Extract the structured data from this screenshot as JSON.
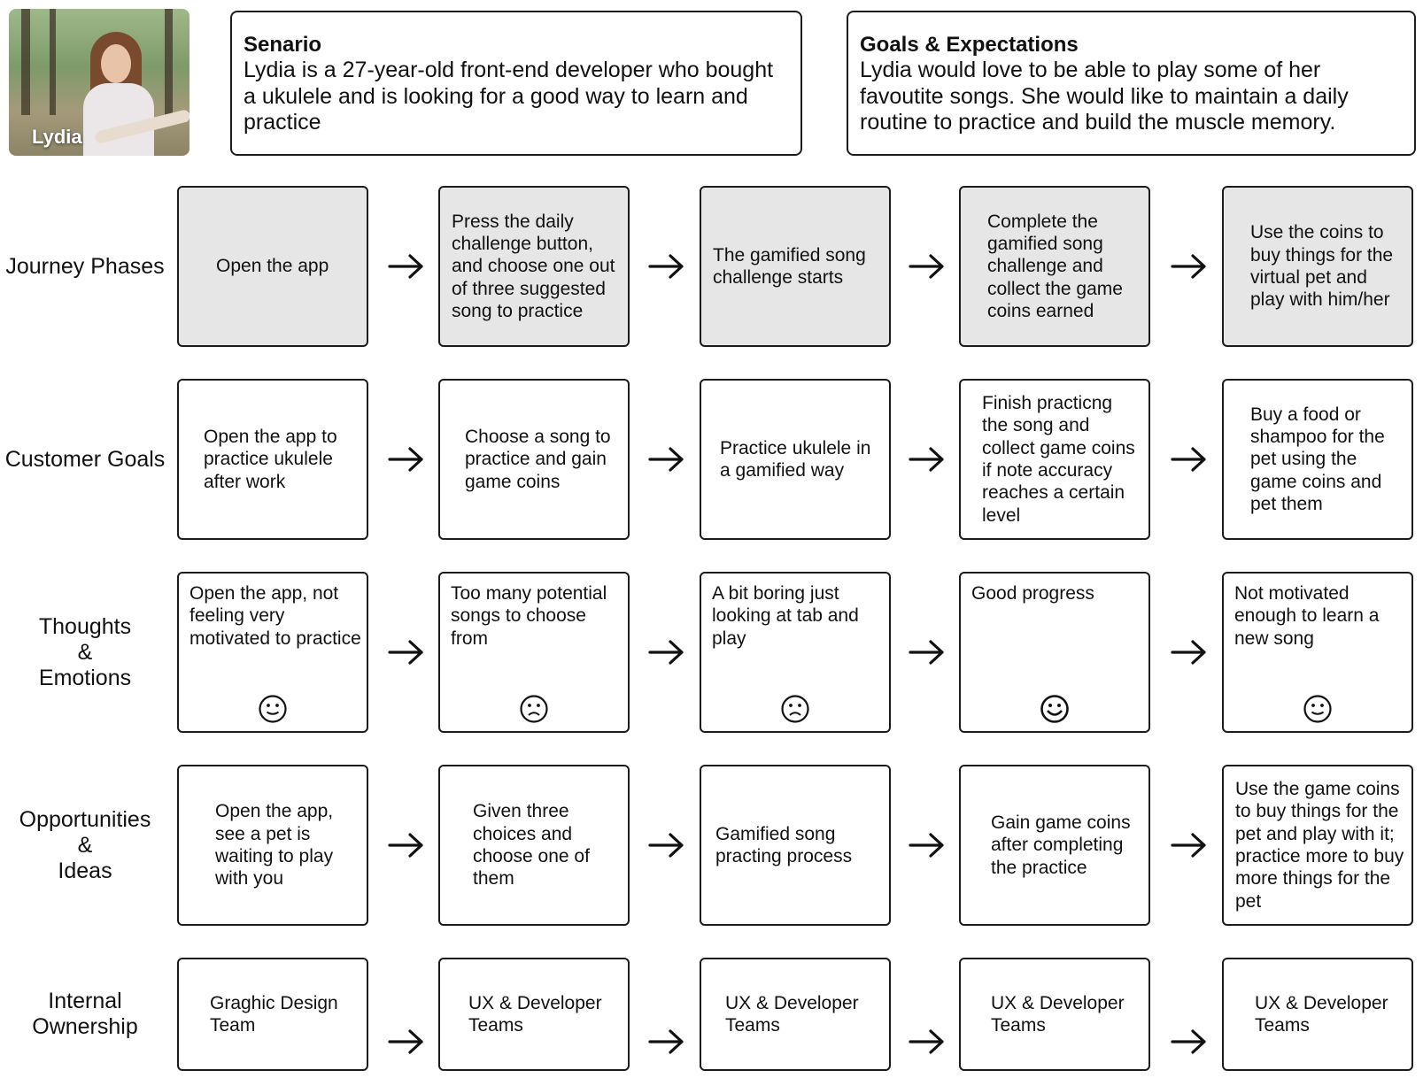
{
  "persona": {
    "name": "Lydia"
  },
  "scenario": {
    "title": "Senario",
    "body": "Lydia is a 27-year-old front-end developer who bought a ukulele and is looking for a good way to learn and practice"
  },
  "goals": {
    "title": "Goals & Expectations",
    "body": "Lydia would love to be able to play some of her favoutite songs. She would like to maintain a daily routine to practice and build the muscle memory."
  },
  "rows": [
    {
      "label": "Journey Phases",
      "cards": [
        "Open the app",
        "Press the daily challenge button, and choose one out of three suggested song to practice",
        "The gamified song challenge starts",
        "Complete the gamified song challenge and collect the game coins earned",
        "Use the coins to buy things for the virtual pet and play with him/her"
      ]
    },
    {
      "label": "Customer Goals",
      "cards": [
        "Open the app to practice ukulele after work",
        "Choose a song to practice and gain game coins",
        "Practice ukulele in a gamified way",
        "Finish practicng the song and collect game coins if note accuracy reaches a certain level",
        "Buy a food or shampoo for the pet using the game coins and pet them"
      ]
    },
    {
      "label": "Thoughts\n&\nEmotions",
      "cards": [
        "Open the app, not feeling very motivated to practice",
        "Too many potential songs to choose from",
        "A bit boring just looking at tab and play",
        "Good progress",
        "Not motivated enough to learn a new song"
      ],
      "emotions": [
        "neutral-face-icon",
        "sad-face-icon",
        "sad-face-icon",
        "happy-face-icon",
        "neutral-face-icon"
      ]
    },
    {
      "label": "Opportunities\n&\nIdeas",
      "cards": [
        "Open the app, see a pet is waiting to play with you",
        "Given three choices and choose one of them",
        "Gamified song practing process",
        "Gain game coins after completing the practice",
        "Use the game coins to buy things for the pet and play with it; practice more to buy more things for the pet"
      ]
    },
    {
      "label": "Internal\nOwnership",
      "cards": [
        "Graghic Design Team",
        "UX & Developer Teams",
        "UX & Developer Teams",
        "UX & Developer Teams",
        "UX & Developer Teams"
      ]
    }
  ]
}
